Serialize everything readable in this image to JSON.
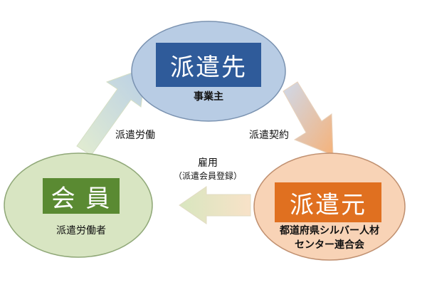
{
  "nodes": {
    "dispatch_destination": {
      "title": "派遣先",
      "subtitle": "事業主",
      "fill": "#b7cbe4",
      "box": "#2f5b9a"
    },
    "member": {
      "title": "会 員",
      "subtitle": "派遣労働者",
      "fill": "#d9e6c3",
      "box": "#5a8a32"
    },
    "dispatch_source": {
      "title": "派遣元",
      "subtitle_line1": "都道府県シルバー人材",
      "subtitle_line2": "センター連合会",
      "fill": "#f8d2b4",
      "box": "#e07020"
    }
  },
  "edges": {
    "labor": "派遣労働",
    "contract": "派遣契約",
    "employment": "雇用",
    "employment_note": "（派遣会員登録）"
  },
  "colors": {
    "arrow_green": "#c3d79b",
    "arrow_orange": "#f6b878"
  }
}
